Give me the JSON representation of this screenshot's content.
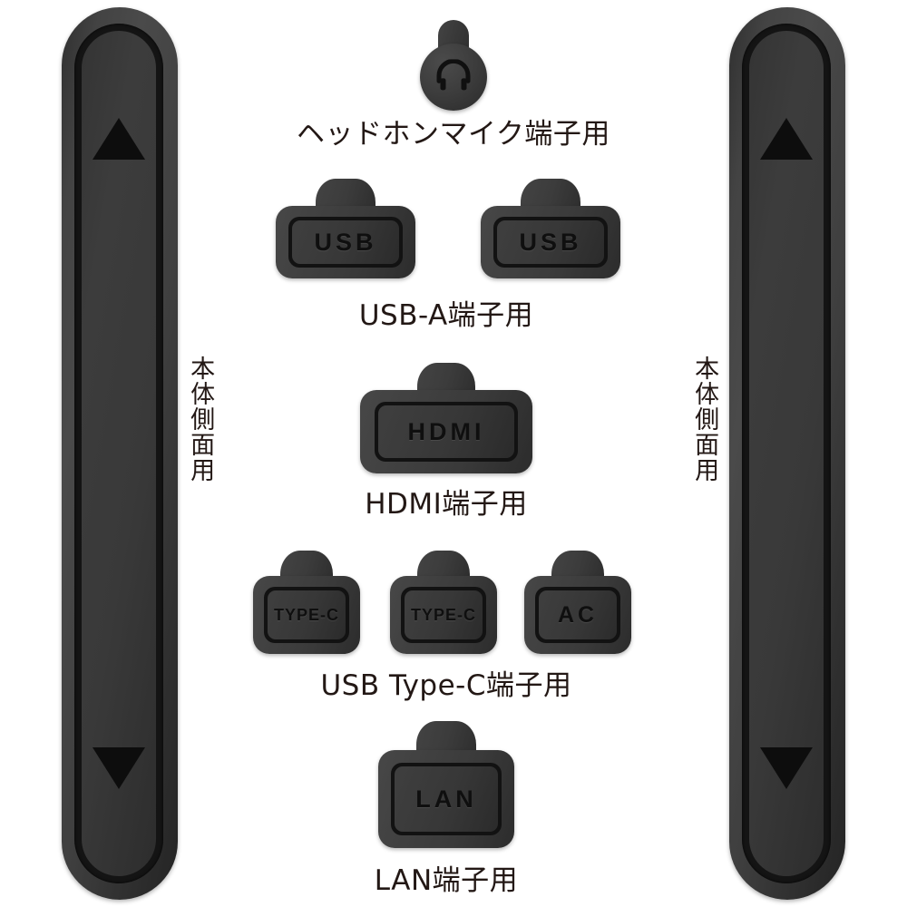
{
  "page": {
    "background_color": "#ffffff",
    "text_color": "#231815",
    "cover_body_color": "#3a3a3a",
    "cover_inset_color": "#121212"
  },
  "side_strips": {
    "label": "本体側面用",
    "marker_top_icon": "triangle-up-icon",
    "marker_bottom_icon": "triangle-down-icon",
    "left": {
      "label": "本体側面用"
    },
    "right": {
      "label": "本体側面用"
    }
  },
  "groups": [
    {
      "id": "headphone",
      "caption": "ヘッドホンマイク端子用",
      "covers": [
        {
          "icon": "headphone-icon",
          "text": ""
        }
      ]
    },
    {
      "id": "usb-a",
      "caption": "USB-A端子用",
      "covers": [
        {
          "text": "USB"
        },
        {
          "text": "USB"
        }
      ]
    },
    {
      "id": "hdmi",
      "caption": "HDMI端子用",
      "covers": [
        {
          "text": "HDMI"
        }
      ]
    },
    {
      "id": "usb-type-c",
      "caption": "USB Type-C端子用",
      "covers": [
        {
          "text": "TYPE-C"
        },
        {
          "text": "TYPE-C"
        },
        {
          "text": "AC"
        }
      ]
    },
    {
      "id": "lan",
      "caption": "LAN端子用",
      "covers": [
        {
          "text": "LAN"
        }
      ]
    }
  ]
}
